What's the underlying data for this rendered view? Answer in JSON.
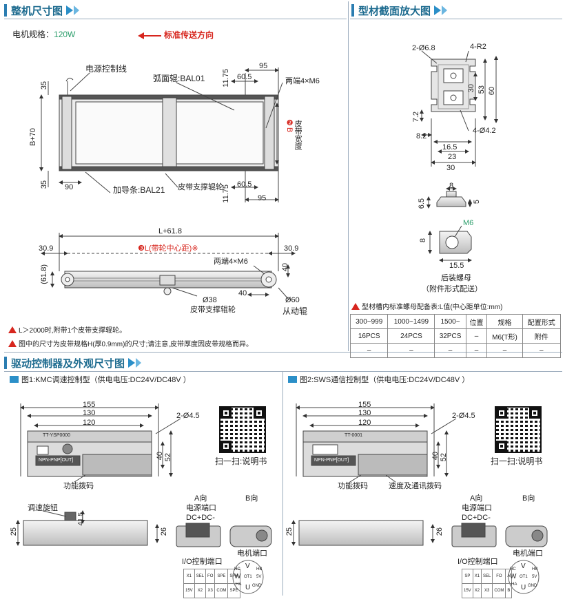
{
  "sections": {
    "overall": "整机尺寸图",
    "profile": "型材截面放大图",
    "driver": "驱动控制器及外观尺寸图"
  },
  "overall": {
    "spec_label": "电机规格：",
    "spec_value": "120W",
    "direction": "标准传送方向",
    "labels": {
      "power_line": "电源控制线",
      "roller": "弧面辊:BAL01",
      "both_ends_1": "两端4×M6",
      "both_ends_2": "两端4×M6",
      "guide": "加导条:BAL21",
      "support_roller_1": "皮带支撑辊轮",
      "support_roller_2": "皮带支撑辊轮",
      "belt_width_b": "❷B",
      "belt_width": "皮带宽度",
      "b70": "B+70",
      "l618": "L+61.8",
      "center_distance": "❸L(带轮中心距)",
      "center_mark": "※",
      "driven_roller": "从动辊",
      "phi38": "Ø38",
      "phi60": "Ø60",
      "h618": "(61.8)"
    },
    "dims": {
      "d35a": "35",
      "d35b": "35",
      "d95a": "95",
      "d95b": "95",
      "d605a": "60.5",
      "d605b": "60.5",
      "d1175a": "11.75",
      "d1175b": "11.75",
      "d90": "90",
      "d309a": "30.9",
      "d309b": "30.9",
      "d40a": "40",
      "d40b": "40"
    },
    "notes": [
      "L＞2000时,附带1个皮带支撑辊轮。",
      "图中的尺寸为皮带规格H(厚0.9mm)的尺寸;请注意,皮带厚度因皮带规格而异。"
    ]
  },
  "profile": {
    "dims": {
      "hole": "2-Ø6.8",
      "r2": "4-R2",
      "d30": "30",
      "d53": "53",
      "d60": "60",
      "d72": "7.2",
      "d82": "8.2",
      "d165": "16.5",
      "d23": "23",
      "d30b": "30",
      "d42": "4-Ø4.2"
    },
    "nut": {
      "d8a": "8",
      "d65": "6.5",
      "d5": "5",
      "m6": "M6",
      "d8b": "8",
      "d155": "15.5",
      "caption": "后装螺母",
      "caption2": "（附件形式配送）"
    },
    "table_title": "型材槽内标准螺母配备表:L值(中心距单位:mm)",
    "table_header": [
      "300~999",
      "1000~1499",
      "1500~",
      "位置",
      "规格",
      "配置形式"
    ],
    "table_row1": [
      "16PCS",
      "24PCS",
      "32PCS",
      "–",
      "M6(T形)",
      "附件"
    ],
    "table_row2": [
      "–",
      "–",
      "–",
      "–",
      "–",
      "–"
    ]
  },
  "driver": {
    "fig1_title": "图1:KMC调速控制型（供电电压:DC24V/DC48V ）",
    "fig2_title": "图2:SWS通信控制型（供电电压:DC24V/DC48V ）",
    "d155": "155",
    "d130": "130",
    "d120": "120",
    "hole": "2-Ø4.5",
    "d40": "40",
    "d52": "52",
    "d25": "25",
    "d26": "26",
    "d415": "41.5",
    "scan": "扫一扫:说明书",
    "dip": "功能拨码",
    "speed_knob": "调速旋钮",
    "speed_dip": "速度及通讯拨码",
    "view_a": "A向",
    "view_b": "B向",
    "power_port": "电源端口",
    "dc": "DC+DC-",
    "io_port": "I/O控制端口",
    "motor_port": "电机端口",
    "model1": "TT-YSP0000",
    "model2": "TT-0001",
    "npn": "NPN-PNP[OUT]",
    "io1_row1": [
      "X1",
      "SEL",
      "FO",
      "SPE",
      "SPH"
    ],
    "io1_row2": [
      "15V",
      "X2",
      "X3",
      "COM",
      "SPE"
    ],
    "io2_row1": [
      "SP",
      "X1",
      "SEL",
      "FO",
      "A"
    ],
    "io2_row2": [
      "15V",
      "X2",
      "X3",
      "COM",
      "B"
    ],
    "motor_pins": {
      "v": "V",
      "w": "W",
      "u": "U",
      "hc": "HC",
      "hb": "HB",
      "ot1": "OT1",
      "5v": "5V",
      "ha": "HA",
      "gnd": "GND"
    }
  },
  "colors": {
    "accent": "#1d6b8f",
    "red": "#d7261e",
    "green": "#2a9d6a"
  }
}
